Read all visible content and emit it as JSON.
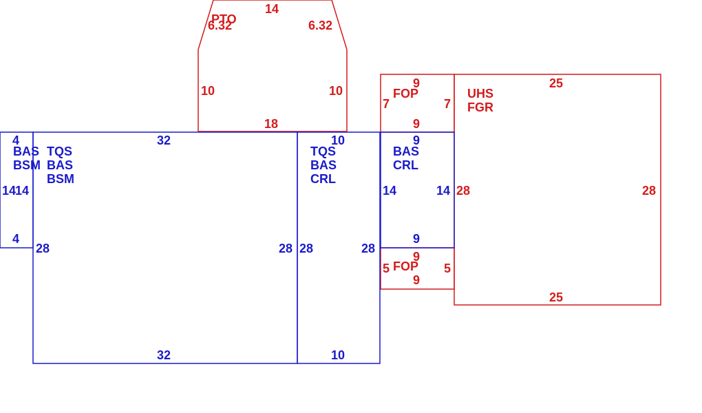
{
  "colors": {
    "blue": "#1a1acc",
    "red": "#d41c1c"
  },
  "areas": {
    "pto": {
      "code": "PTO",
      "top": "14",
      "left_diag": "6.32",
      "right_diag": "6.32",
      "left": "10",
      "right": "10",
      "bottom": "18"
    },
    "fop_top": {
      "code": "FOP",
      "top": "9",
      "left": "7",
      "right": "7",
      "bottom": "9"
    },
    "uhs": {
      "code1": "UHS",
      "code2": "FGR",
      "top": "25",
      "left": "28",
      "right": "28",
      "bottom": "25"
    },
    "fop_bottom": {
      "code": "FOP",
      "top": "9",
      "left": "5",
      "right": "5",
      "bottom": "9"
    },
    "small_left": {
      "code1": "BAS",
      "code2": "BSM",
      "top": "4",
      "left": "14",
      "right": "14",
      "bottom": "4"
    },
    "main": {
      "code1": "TQS",
      "code2": "BAS",
      "code3": "BSM",
      "top": "32",
      "left": "28",
      "right": "28",
      "bottom": "32"
    },
    "middle": {
      "code1": "TQS",
      "code2": "BAS",
      "code3": "CRL",
      "top": "10",
      "left": "28",
      "right": "28",
      "bottom": "10"
    },
    "right_blue": {
      "code1": "BAS",
      "code2": "CRL",
      "top": "9",
      "left": "14",
      "right": "14",
      "bottom": "9"
    }
  }
}
